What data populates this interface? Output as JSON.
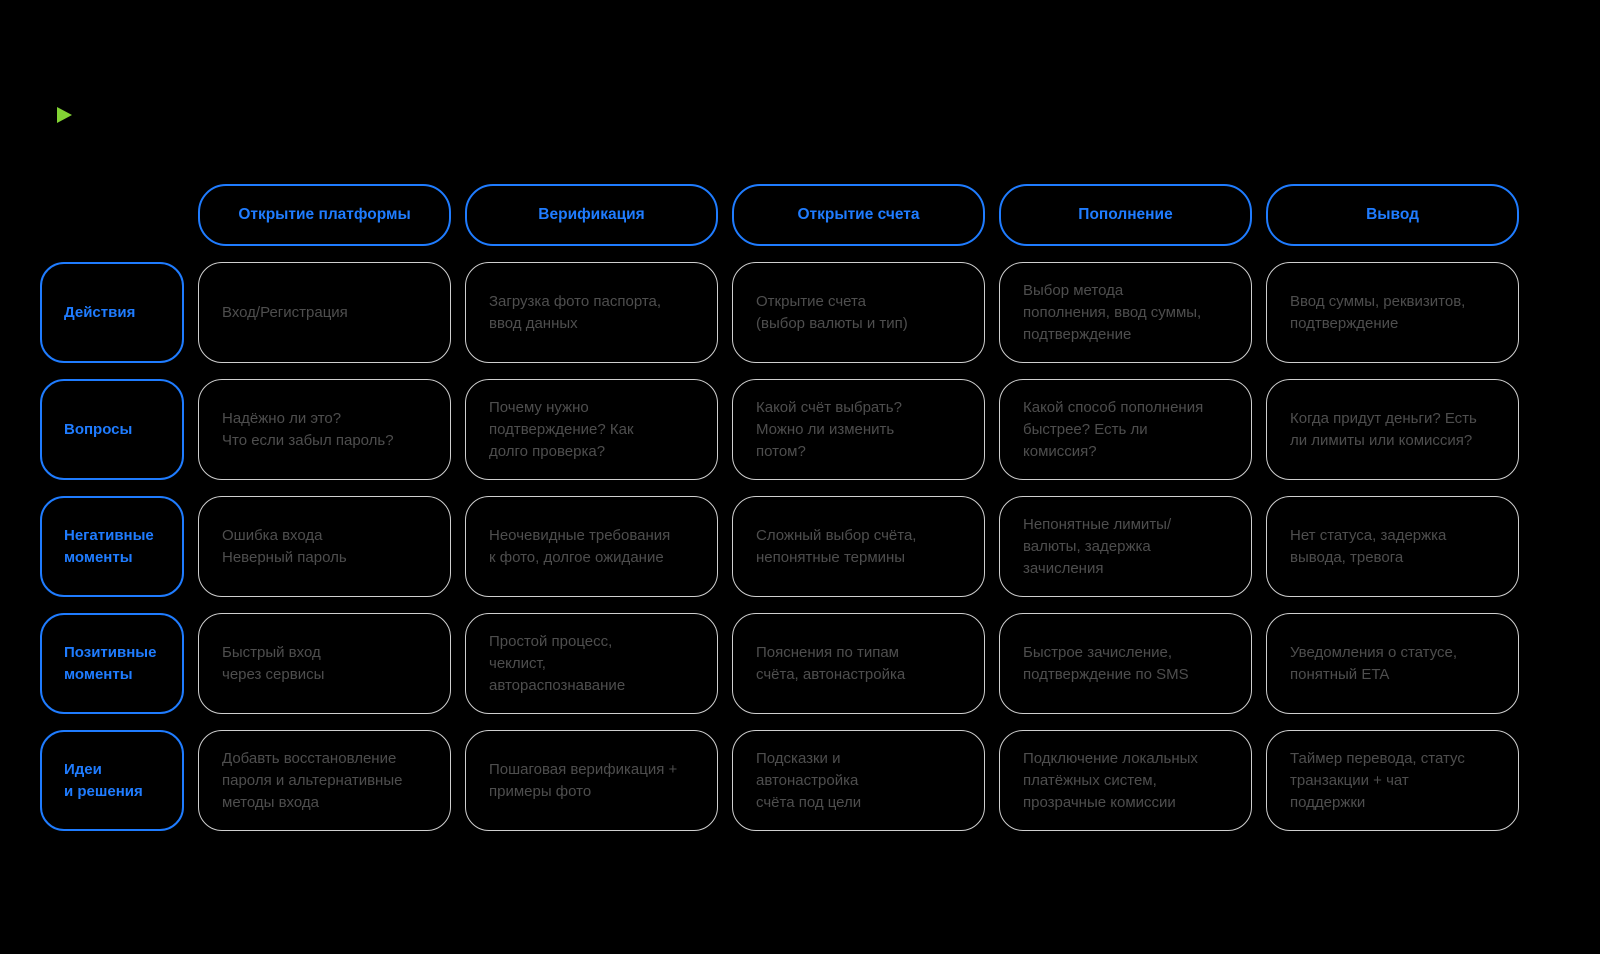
{
  "canvas": {
    "background": "#000000"
  },
  "colors": {
    "accent_blue": "#1F7CFF",
    "cell_border": "#CFCFCF",
    "cell_text": "#4E4E4E",
    "cursor_green": "#82D334"
  },
  "columns": [
    "Открытие платформы",
    "Верификация",
    "Открытие счета",
    "Пополнение",
    "Вывод"
  ],
  "rows": [
    "Действия",
    "Вопросы",
    "Негативные\nмоменты",
    "Позитивные\nмоменты",
    "Идеи\nи решения"
  ],
  "cells": [
    [
      "Вход/Регистрация",
      "Загрузка фото паспорта,\nввод данных",
      "Открытие счета\n(выбор валюты и тип)",
      "Выбор метода\nпополнения, ввод суммы,\nподтверждение",
      "Ввод суммы, реквизитов,\nподтверждение"
    ],
    [
      "Надёжно ли это?\nЧто если забыл пароль?",
      "Почему нужно\nподтверждение? Как\nдолго проверка?",
      "Какой счёт выбрать?\nМожно ли изменить\nпотом?",
      "Какой способ пополнения\nбыстрее? Есть ли\nкомиссия?",
      "Когда придут деньги? Есть\nли лимиты или комиссия?"
    ],
    [
      "Ошибка входа\nНеверный пароль",
      "Неочевидные требования\nк фото, долгое ожидание",
      "Сложный выбор счёта,\nнепонятные термины",
      "Непонятные лимиты/\nвалюты, задержка\nзачисления",
      "Нет статуса, задержка\nвывода, тревога"
    ],
    [
      "Быстрый вход\nчерез сервисы",
      "Простой процесс,\nчеклист,\nавтораспознавание",
      "Пояснения по типам\nсчёта, автонастройка",
      "Быстрое зачисление,\nподтверждение по SMS",
      "Уведомления о статусе,\nпонятный ETA"
    ],
    [
      "Добавть восстановление\nпароля и альтернативные\nметоды входа",
      "Пошаговая верификация +\nпримеры фото",
      "Подсказки и\nавтонастройка\nсчёта под цели",
      "Подключение локальных\nплатёжных систем,\nпрозрачные комиссии",
      "Таймер перевода, статус\nтранзакции + чат\nподдержки"
    ]
  ]
}
